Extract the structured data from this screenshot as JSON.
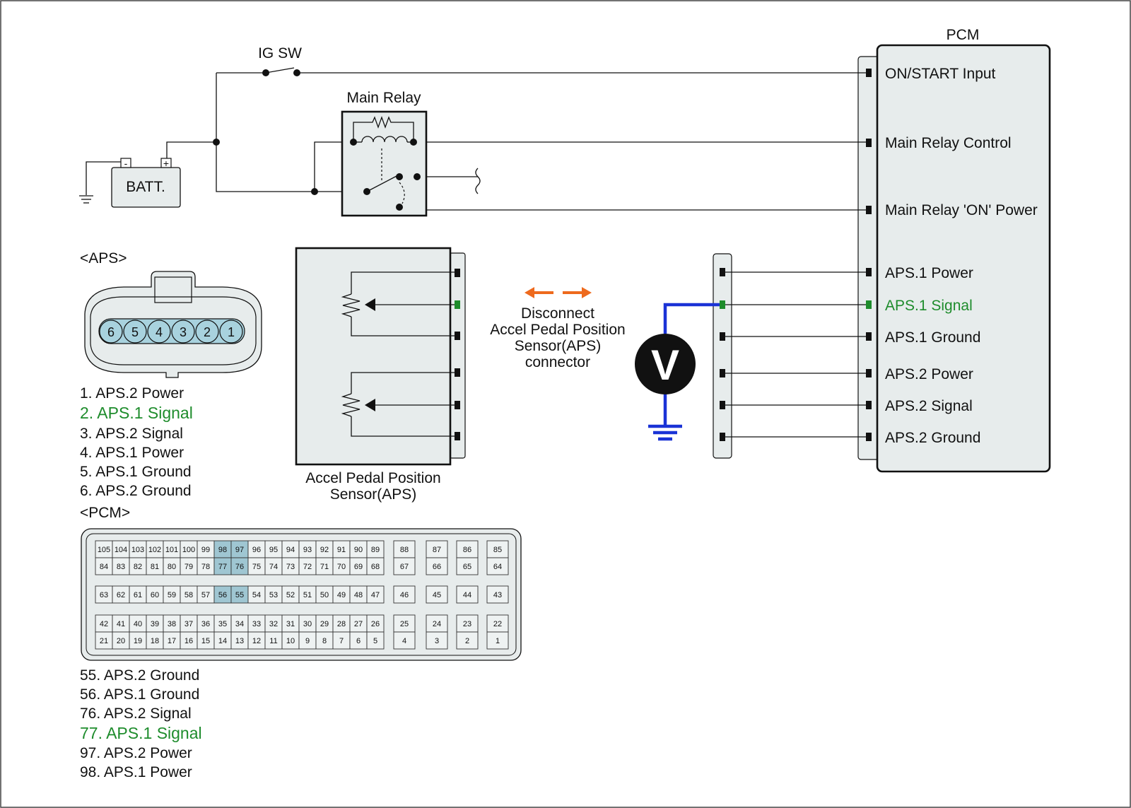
{
  "colors": {
    "signal_green": "#1e8c2c",
    "probe_blue": "#1a33d6",
    "arrow_orange": "#ee6a1d",
    "housing_fill": "#e7ecec",
    "pin_fill": "#a8d2de",
    "pin_highlight": "#9fc6d2"
  },
  "labels": {
    "pcm_title": "PCM",
    "ig_sw": "IG SW",
    "main_relay": "Main Relay",
    "batt": "BATT.",
    "batt_minus": "-",
    "batt_plus": "+",
    "aps_connector_title": "<APS>",
    "pcm_connector_title": "<PCM>",
    "aps_sensor_line1": "Accel Pedal Position",
    "aps_sensor_line2": "Sensor(APS)",
    "disconnect_line1": "Disconnect",
    "disconnect_line2": "Accel Pedal Position",
    "disconnect_line3": "Sensor(APS)",
    "disconnect_line4": "connector",
    "voltmeter": "V"
  },
  "pcm_terminals": [
    "ON/START Input",
    "Main Relay Control",
    "Main Relay 'ON' Power",
    "APS.1 Power",
    "APS.1 Signal",
    "APS.1 Ground",
    "APS.2 Power",
    "APS.2 Signal",
    "APS.2 Ground"
  ],
  "aps_pins": [
    "6",
    "5",
    "4",
    "3",
    "2",
    "1"
  ],
  "aps_pin_legend": [
    "1. APS.2 Power",
    "2. APS.1 Signal",
    "3. APS.2 Signal",
    "4. APS.1 Power",
    "5. APS.1 Ground",
    "6. APS.2 Ground"
  ],
  "pcm_pin_legend": [
    "55. APS.2 Ground",
    "56. APS.1 Ground",
    "76. APS.2 Signal",
    "77. APS.1 Signal",
    "97. APS.2 Power",
    "98. APS.1 Power"
  ],
  "highlighted_pcm_pins": [
    "98",
    "97",
    "77",
    "76",
    "56",
    "55"
  ],
  "pcm_connector_rows": [
    {
      "main": [
        "105",
        "104",
        "103",
        "102",
        "101",
        "100",
        "99",
        "98",
        "97",
        "96",
        "95",
        "94",
        "93",
        "92",
        "91",
        "90",
        "89"
      ],
      "side": [
        "88",
        "87",
        "86",
        "85"
      ]
    },
    {
      "main": [
        "84",
        "83",
        "82",
        "81",
        "80",
        "79",
        "78",
        "77",
        "76",
        "75",
        "74",
        "73",
        "72",
        "71",
        "70",
        "69",
        "68"
      ],
      "side": [
        "67",
        "66",
        "65",
        "64"
      ]
    },
    {
      "main": [
        "63",
        "62",
        "61",
        "60",
        "59",
        "58",
        "57",
        "56",
        "55",
        "54",
        "53",
        "52",
        "51",
        "50",
        "49",
        "48",
        "47"
      ],
      "side": [
        "46",
        "45",
        "44",
        "43"
      ]
    },
    {
      "main": [
        "42",
        "41",
        "40",
        "39",
        "38",
        "37",
        "36",
        "35",
        "34",
        "33",
        "32",
        "31",
        "30",
        "29",
        "28",
        "27",
        "26"
      ],
      "side": [
        "25",
        "24",
        "23",
        "22"
      ]
    },
    {
      "main": [
        "21",
        "20",
        "19",
        "18",
        "17",
        "16",
        "15",
        "14",
        "13",
        "12",
        "11",
        "10",
        "9",
        "8",
        "7",
        "6",
        "5"
      ],
      "side": [
        "4",
        "3",
        "2",
        "1"
      ]
    }
  ]
}
